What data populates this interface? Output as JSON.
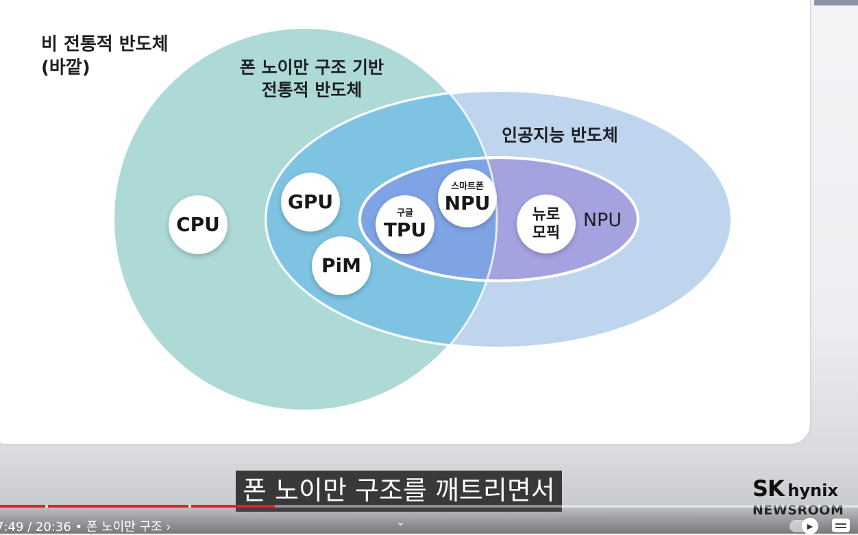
{
  "diagram": {
    "outer_label": [
      "비 전통적 반도체",
      "(바깥)"
    ],
    "traditional_label": [
      "폰 노이만 구조 기반",
      "전통적 반도체"
    ],
    "ai_label": "인공지능 반도체",
    "npu_label": "NPU",
    "chips": {
      "cpu": "CPU",
      "gpu": "GPU",
      "pim": "PiM",
      "tpu_small": "구글",
      "tpu": "TPU",
      "smartphone_npu_small": "스마트폰",
      "smartphone_npu": "NPU",
      "neuromorphic": [
        "뉴로",
        "모픽"
      ]
    },
    "colors": {
      "traditional_circle": "#a9d8d5",
      "ai_ellipse": "#b6d0ea",
      "ai_overlap": "#7fc3e1",
      "npu_ellipse": "#a4a1e0",
      "npu_overlap": "#7ea3e6"
    }
  },
  "subtitle": "폰 노이만 구조를 깨트리면서",
  "logo": {
    "sk": "SK",
    "hynix": "hynix",
    "newsroom": "NEWSROOM"
  },
  "player": {
    "time": "7:49 / 20:36",
    "chapter": "• 폰 노이만 구조 ›",
    "progress_color": "#e62117"
  }
}
